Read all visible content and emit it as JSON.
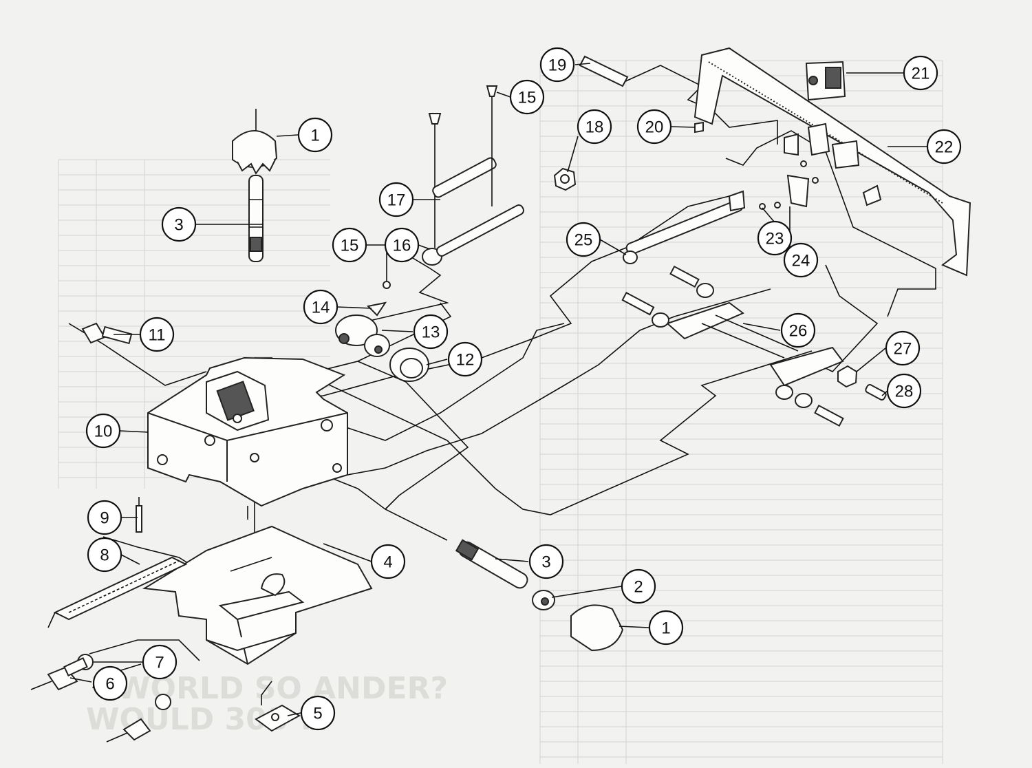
{
  "diagram": {
    "callouts": [
      {
        "label": "1",
        "id": "callout-1-top"
      },
      {
        "label": "3",
        "id": "callout-3-top"
      },
      {
        "label": "15",
        "id": "callout-15-left"
      },
      {
        "label": "14",
        "id": "callout-14"
      },
      {
        "label": "13",
        "id": "callout-13"
      },
      {
        "label": "12",
        "id": "callout-12"
      },
      {
        "label": "11",
        "id": "callout-11"
      },
      {
        "label": "10",
        "id": "callout-10"
      },
      {
        "label": "9",
        "id": "callout-9"
      },
      {
        "label": "8",
        "id": "callout-8"
      },
      {
        "label": "7",
        "id": "callout-7"
      },
      {
        "label": "6",
        "id": "callout-6"
      },
      {
        "label": "5",
        "id": "callout-5"
      },
      {
        "label": "4",
        "id": "callout-4"
      },
      {
        "label": "3",
        "id": "callout-3-bottom"
      },
      {
        "label": "2",
        "id": "callout-2"
      },
      {
        "label": "1",
        "id": "callout-1-bottom"
      },
      {
        "label": "17",
        "id": "callout-17"
      },
      {
        "label": "16",
        "id": "callout-16"
      },
      {
        "label": "15",
        "id": "callout-15-right"
      },
      {
        "label": "19",
        "id": "callout-19"
      },
      {
        "label": "18",
        "id": "callout-18"
      },
      {
        "label": "20",
        "id": "callout-20"
      },
      {
        "label": "21",
        "id": "callout-21"
      },
      {
        "label": "22",
        "id": "callout-22"
      },
      {
        "label": "25",
        "id": "callout-25"
      },
      {
        "label": "23",
        "id": "callout-23"
      },
      {
        "label": "24",
        "id": "callout-24"
      },
      {
        "label": "26",
        "id": "callout-26"
      },
      {
        "label": "27",
        "id": "callout-27"
      },
      {
        "label": "28",
        "id": "callout-28"
      }
    ]
  },
  "watermark": {
    "line1": "WORLD SO ANDER?",
    "line2": "WOULD 308 ?"
  },
  "colors": {
    "ink": "#111111",
    "paper": "#f2f2f0",
    "ghost_text": "#cfcfcc"
  }
}
